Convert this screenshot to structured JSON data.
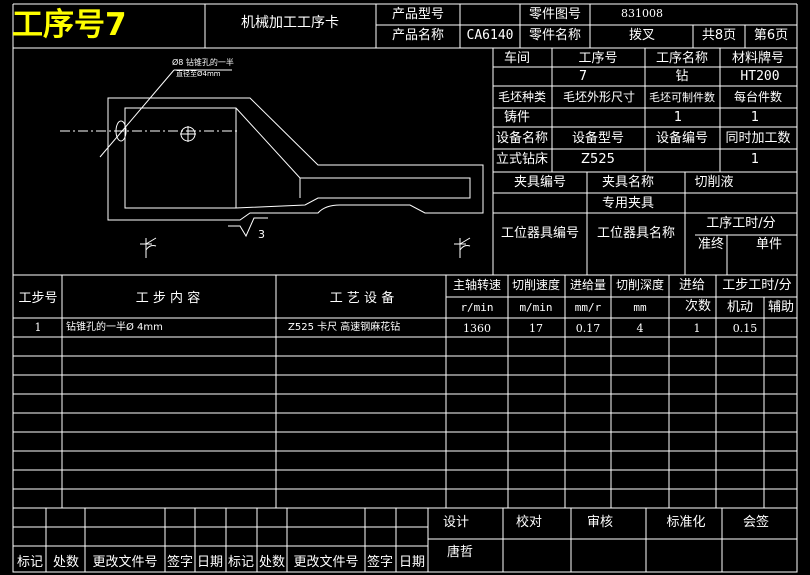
{
  "header": {
    "process_number_title": "工序号7",
    "card_title": "机械加工工序卡",
    "product_model_label": "产品型号",
    "part_drawing_no_label": "零件图号",
    "part_drawing_no": "831008",
    "product_name_label": "产品名称",
    "product_name": "CA6140",
    "part_name_label": "零件名称",
    "part_name": "拨叉",
    "total_pages": "共8页",
    "page_no": "第6页"
  },
  "sketch": {
    "hole_note_line1": "Ø8 钻锥孔的一半",
    "hole_note_line2": "直径至Ø4mm",
    "surface_roughness": "3"
  },
  "info_table": {
    "workshop_label": "车间",
    "process_no_label": "工序号",
    "process_name_label": "工序名称",
    "material_label": "材料牌号",
    "process_no": "7",
    "process_name": "钻",
    "material": "HT200",
    "blank_type_label": "毛坯种类",
    "blank_size_label": "毛坯外形尺寸",
    "pieces_per_blank_label": "毛坯可制件数",
    "pieces_per_unit_label": "每台件数",
    "blank_type": "铸件",
    "pieces_per_blank": "1",
    "pieces_per_unit": "1",
    "equipment_name_label": "设备名称",
    "equipment_model_label": "设备型号",
    "equipment_no_label": "设备编号",
    "concurrent_parts_label": "同时加工数",
    "equipment_name": "立式钻床",
    "equipment_model": "Z525",
    "concurrent_parts": "1",
    "fixture_no_label": "夹具编号",
    "fixture_name_label": "夹具名称",
    "coolant_label": "切削液",
    "fixture_name": "专用夹具",
    "station_tool_no_label": "工位器具编号",
    "station_tool_name_label": "工位器具名称",
    "process_time_label": "工序工时/分",
    "prep_time_label": "准终",
    "unit_time_label": "单件"
  },
  "steps_table": {
    "headers": {
      "step_no": "工步号",
      "content": "工  步  内  容",
      "equipment": "工  艺  设  备",
      "spindle_speed": "主轴转速",
      "cutting_speed": "切削速度",
      "feed": "进给量",
      "depth": "切削深度",
      "passes_line1": "进给",
      "passes_line2": "次数",
      "step_time": "工步工时/分",
      "machine_time": "机动",
      "aux_time": "辅助",
      "unit_rpm": "r/min",
      "unit_mpm": "m/min",
      "unit_mmr": "mm/r",
      "unit_mm": "mm"
    },
    "rows": [
      {
        "step_no": "1",
        "content": "钻锥孔的一半Ø 4mm",
        "equipment": "Z525   卡尺   高速钢麻花钻",
        "spindle_speed": "1360",
        "cutting_speed": "17",
        "feed": "0.17",
        "depth": "4",
        "passes": "1",
        "machine_time": "0.15",
        "aux_time": ""
      }
    ]
  },
  "signoff": {
    "design_label": "设计",
    "proofread_label": "校对",
    "review_label": "审核",
    "standardize_label": "标准化",
    "countersign_label": "会签",
    "designer": "唐哲",
    "revision_headers": [
      "标记",
      "处数",
      "更改文件号",
      "签字",
      "日期",
      "标记",
      "处数",
      "更改文件号",
      "签字",
      "日期"
    ]
  }
}
